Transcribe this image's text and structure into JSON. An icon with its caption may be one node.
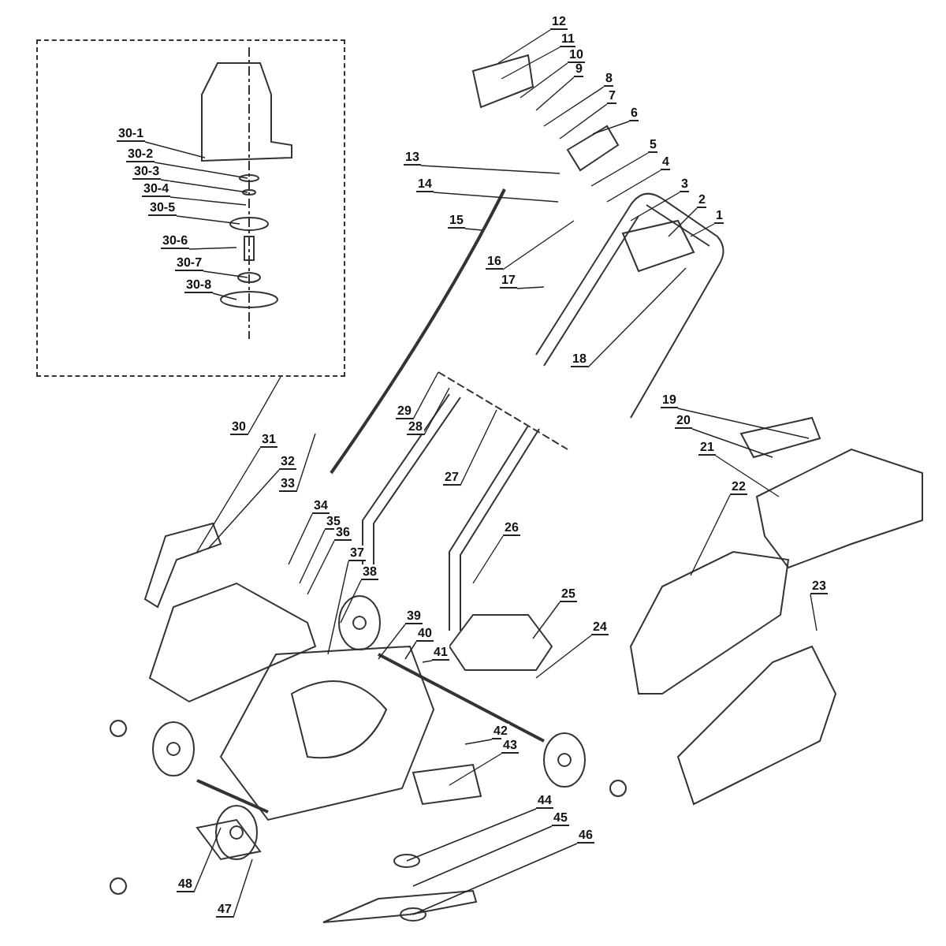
{
  "diagram": {
    "nodes": [
      {
        "text": [],
        "shape": "box"
      },
      {
        "text": [
          "30-1"
        ],
        "in": 0
      },
      {
        "text": [
          "30-2"
        ],
        "in": 0
      },
      {
        "text": [
          "30-3"
        ],
        "in": 0
      },
      {
        "text": [
          "30-4"
        ],
        "in": 0
      },
      {
        "text": [
          "30-5"
        ],
        "in": 0
      },
      {
        "text": [
          "30-6"
        ],
        "in": 0
      },
      {
        "text": [
          "30-7"
        ],
        "in": 0
      },
      {
        "text": [
          "30-8"
        ],
        "in": 0
      },
      {
        "text": [
          "1"
        ]
      },
      {
        "text": [
          "2"
        ]
      },
      {
        "text": [
          "3"
        ]
      },
      {
        "text": [
          "4"
        ]
      },
      {
        "text": [
          "5"
        ]
      },
      {
        "text": [
          "6"
        ]
      },
      {
        "text": [
          "7"
        ]
      },
      {
        "text": [
          "8"
        ]
      },
      {
        "text": [
          "9"
        ]
      },
      {
        "text": [
          "10"
        ]
      },
      {
        "text": [
          "11"
        ]
      },
      {
        "text": [
          "12"
        ]
      },
      {
        "text": [
          "13"
        ]
      },
      {
        "text": [
          "14"
        ]
      },
      {
        "text": [
          "15"
        ]
      },
      {
        "text": [
          "16"
        ]
      },
      {
        "text": [
          "17"
        ]
      },
      {
        "text": [
          "18"
        ]
      },
      {
        "text": [
          "19"
        ]
      },
      {
        "text": [
          "20"
        ]
      },
      {
        "text": [
          "21"
        ]
      },
      {
        "text": [
          "22"
        ]
      },
      {
        "text": [
          "23"
        ]
      },
      {
        "text": [
          "24"
        ]
      },
      {
        "text": [
          "25"
        ]
      },
      {
        "text": [
          "26"
        ]
      },
      {
        "text": [
          "27"
        ]
      },
      {
        "text": [
          "28"
        ]
      },
      {
        "text": [
          "29"
        ]
      },
      {
        "text": [
          "30"
        ]
      },
      {
        "text": [
          "31"
        ]
      },
      {
        "text": [
          "32"
        ]
      },
      {
        "text": [
          "33"
        ]
      },
      {
        "text": [
          "34"
        ]
      },
      {
        "text": [
          "35"
        ]
      },
      {
        "text": [
          "36"
        ]
      },
      {
        "text": [
          "37"
        ]
      },
      {
        "text": [
          "38"
        ]
      },
      {
        "text": [
          "39"
        ]
      },
      {
        "text": [
          "40"
        ]
      },
      {
        "text": [
          "41"
        ]
      },
      {
        "text": [
          "42"
        ]
      },
      {
        "text": [
          "43"
        ]
      },
      {
        "text": [
          "44"
        ]
      },
      {
        "text": [
          "45"
        ]
      },
      {
        "text": [
          "46"
        ]
      },
      {
        "text": [
          "47"
        ]
      },
      {
        "text": [
          "48"
        ]
      }
    ],
    "edges": [
      {
        "from": 1,
        "to": null,
        "arrow": "none"
      },
      {
        "from": 2,
        "to": null,
        "arrow": "none"
      },
      {
        "from": 3,
        "to": null,
        "arrow": "none"
      },
      {
        "from": 4,
        "to": null,
        "arrow": "none"
      },
      {
        "from": 5,
        "to": null,
        "arrow": "none"
      },
      {
        "from": 6,
        "to": null,
        "arrow": "none"
      },
      {
        "from": 7,
        "to": null,
        "arrow": "none"
      },
      {
        "from": 8,
        "to": null,
        "arrow": "none"
      },
      {
        "from": 9,
        "to": null,
        "arrow": "none"
      },
      {
        "from": 10,
        "to": null,
        "arrow": "none"
      },
      {
        "from": 11,
        "to": null,
        "arrow": "none"
      },
      {
        "from": 12,
        "to": null,
        "arrow": "none"
      },
      {
        "from": 13,
        "to": null,
        "arrow": "none"
      },
      {
        "from": 14,
        "to": null,
        "arrow": "none"
      },
      {
        "from": 15,
        "to": null,
        "arrow": "none"
      },
      {
        "from": 16,
        "to": null,
        "arrow": "none"
      },
      {
        "from": 17,
        "to": null,
        "arrow": "none"
      },
      {
        "from": 18,
        "to": null,
        "arrow": "none"
      },
      {
        "from": 19,
        "to": null,
        "arrow": "none"
      },
      {
        "from": 20,
        "to": null,
        "arrow": "none"
      },
      {
        "from": 21,
        "to": null,
        "arrow": "none"
      },
      {
        "from": 22,
        "to": null,
        "arrow": "none"
      },
      {
        "from": 23,
        "to": null,
        "arrow": "none"
      },
      {
        "from": 24,
        "to": null,
        "arrow": "none"
      },
      {
        "from": 25,
        "to": null,
        "arrow": "none"
      },
      {
        "from": 26,
        "to": null,
        "arrow": "none"
      },
      {
        "from": 27,
        "to": null,
        "arrow": "none"
      },
      {
        "from": 28,
        "to": null,
        "arrow": "none"
      },
      {
        "from": 29,
        "to": null,
        "arrow": "none"
      },
      {
        "from": 30,
        "to": null,
        "arrow": "none"
      },
      {
        "from": 31,
        "to": null,
        "arrow": "none"
      },
      {
        "from": 32,
        "to": null,
        "arrow": "none"
      },
      {
        "from": 33,
        "to": null,
        "arrow": "none"
      },
      {
        "from": 34,
        "to": null,
        "arrow": "none"
      },
      {
        "from": 35,
        "to": null,
        "arrow": "none"
      },
      {
        "from": 36,
        "to": null,
        "arrow": "none"
      },
      {
        "from": 37,
        "to": null,
        "arrow": "none"
      },
      {
        "from": 38,
        "to": 0,
        "arrow": "none"
      },
      {
        "from": 39,
        "to": null,
        "arrow": "none"
      },
      {
        "from": 40,
        "to": null,
        "arrow": "none"
      },
      {
        "from": 41,
        "to": null,
        "arrow": "none"
      },
      {
        "from": 42,
        "to": null,
        "arrow": "none"
      },
      {
        "from": 43,
        "to": null,
        "arrow": "none"
      },
      {
        "from": 44,
        "to": null,
        "arrow": "none"
      },
      {
        "from": 45,
        "to": null,
        "arrow": "none"
      },
      {
        "from": 46,
        "to": null,
        "arrow": "none"
      },
      {
        "from": 47,
        "to": null,
        "arrow": "none"
      },
      {
        "from": 48,
        "to": null,
        "arrow": "none"
      },
      {
        "from": 49,
        "to": null,
        "arrow": "none"
      },
      {
        "from": 50,
        "to": null,
        "arrow": "none"
      },
      {
        "from": 51,
        "to": null,
        "arrow": "none"
      },
      {
        "from": 52,
        "to": null,
        "arrow": "none"
      },
      {
        "from": 53,
        "to": null,
        "arrow": "none"
      },
      {
        "from": 54,
        "to": null,
        "arrow": "none"
      },
      {
        "from": 55,
        "to": null,
        "arrow": "none"
      },
      {
        "from": 56,
        "to": null,
        "arrow": "none"
      }
    ]
  }
}
